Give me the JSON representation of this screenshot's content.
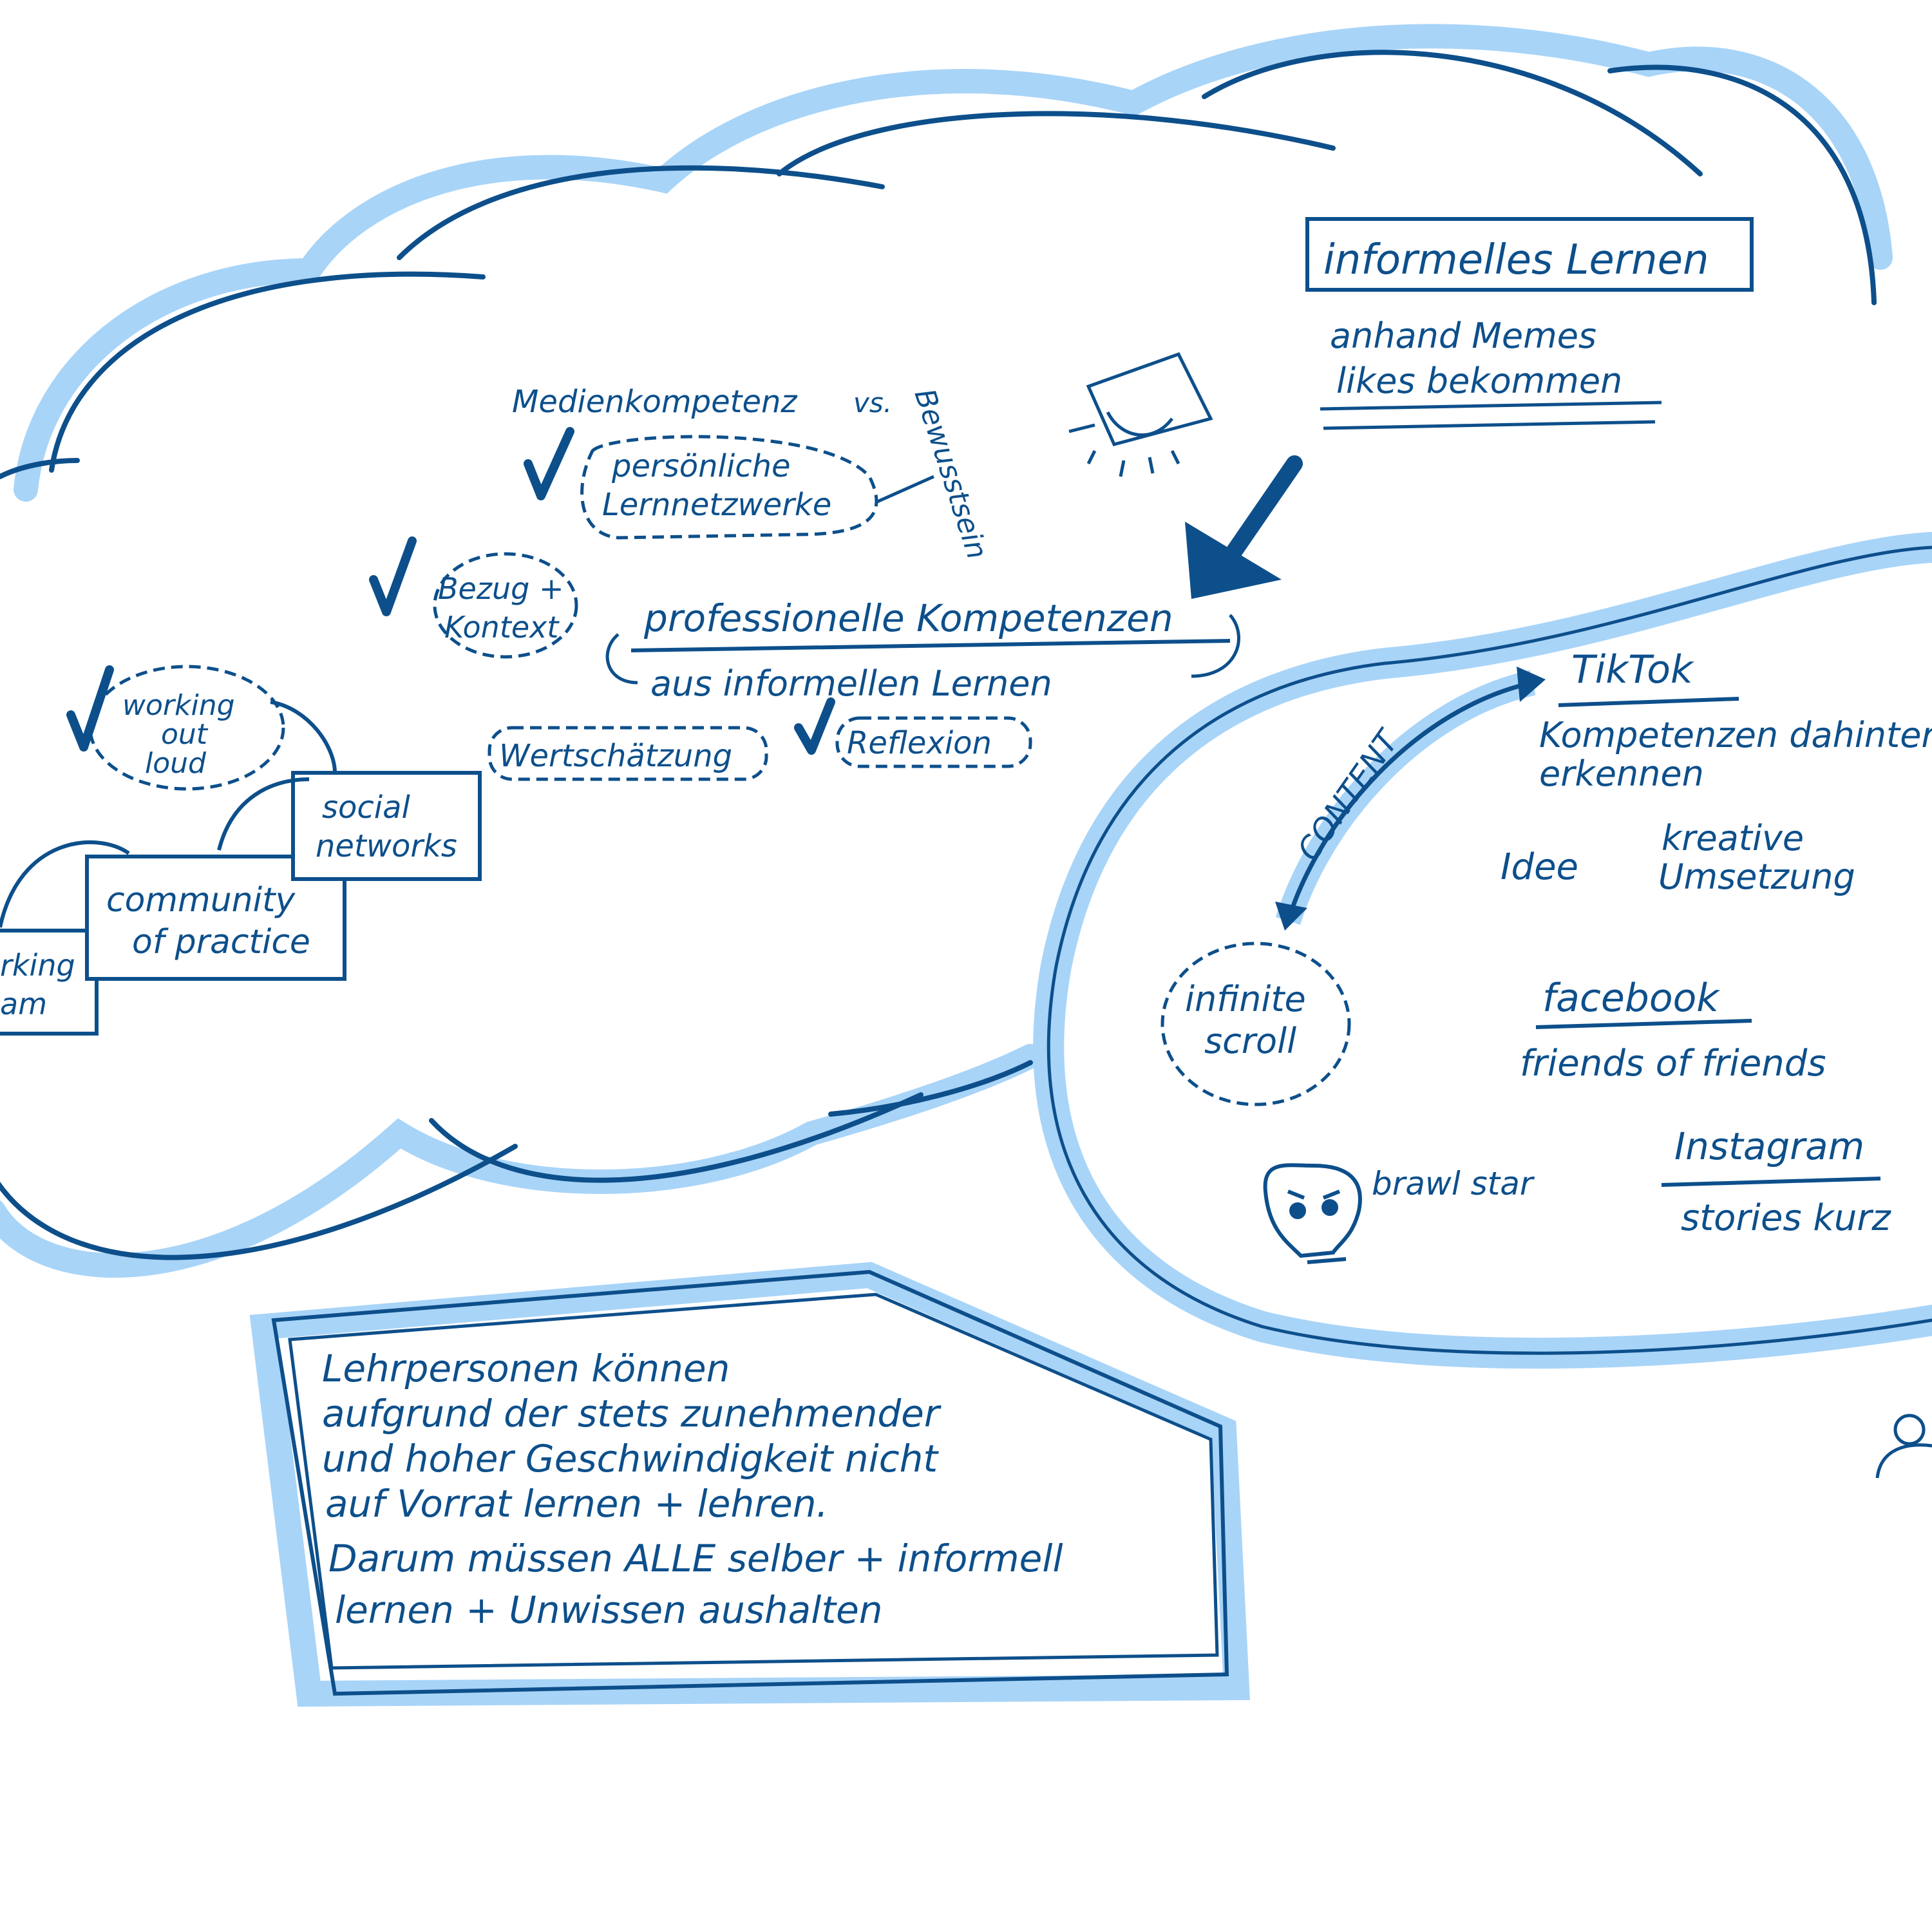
{
  "colors": {
    "ink": "#0d4f8b",
    "highlight": "#a8d4f8",
    "background": "#ffffff"
  },
  "left_cloud": {
    "media": "Medienkompetenz",
    "vs": "vs.",
    "awareness": "Bewusstsein",
    "personal_networks": [
      "persönliche",
      "Lernnetzwerke"
    ],
    "context": [
      "Bezug +",
      "Kontext"
    ],
    "professional": "professionelle Kompetenzen",
    "from_informal": "aus informellen Lernen",
    "working_out_loud": [
      "working",
      "out",
      "loud"
    ],
    "appreciation": "Wertschätzung",
    "reflection": "Reflexion",
    "social_networks": [
      "social",
      "networks"
    ],
    "community": [
      "community",
      "of practice"
    ],
    "team_partial": [
      "rking",
      "am"
    ]
  },
  "top_right": {
    "box_title": "informelles Lernen",
    "line1": "anhand Memes",
    "line2": "likes bekommen"
  },
  "right_blob": {
    "tiktok": "TikTok",
    "kompetenzen": [
      "Kompetenzen dahinter",
      "erkennen"
    ],
    "idee": "Idee",
    "kreative": [
      "kreative",
      "Umsetzung"
    ],
    "content": "CONTENT",
    "infinite": [
      "infinite",
      "scroll"
    ],
    "facebook": "facebook",
    "friends": "friends of friends",
    "brawl": "brawl star",
    "instagram": "Instagram",
    "stories": "stories kurz"
  },
  "bottom_box": {
    "lines": [
      "Lehrpersonen können",
      "aufgrund der stets zunehmender",
      "und hoher Geschwindigkeit nicht",
      "auf Vorrat lernen + lehren.",
      "Darum müssen ALLE selber + informell",
      "lernen + Unwissen aushalten"
    ]
  }
}
